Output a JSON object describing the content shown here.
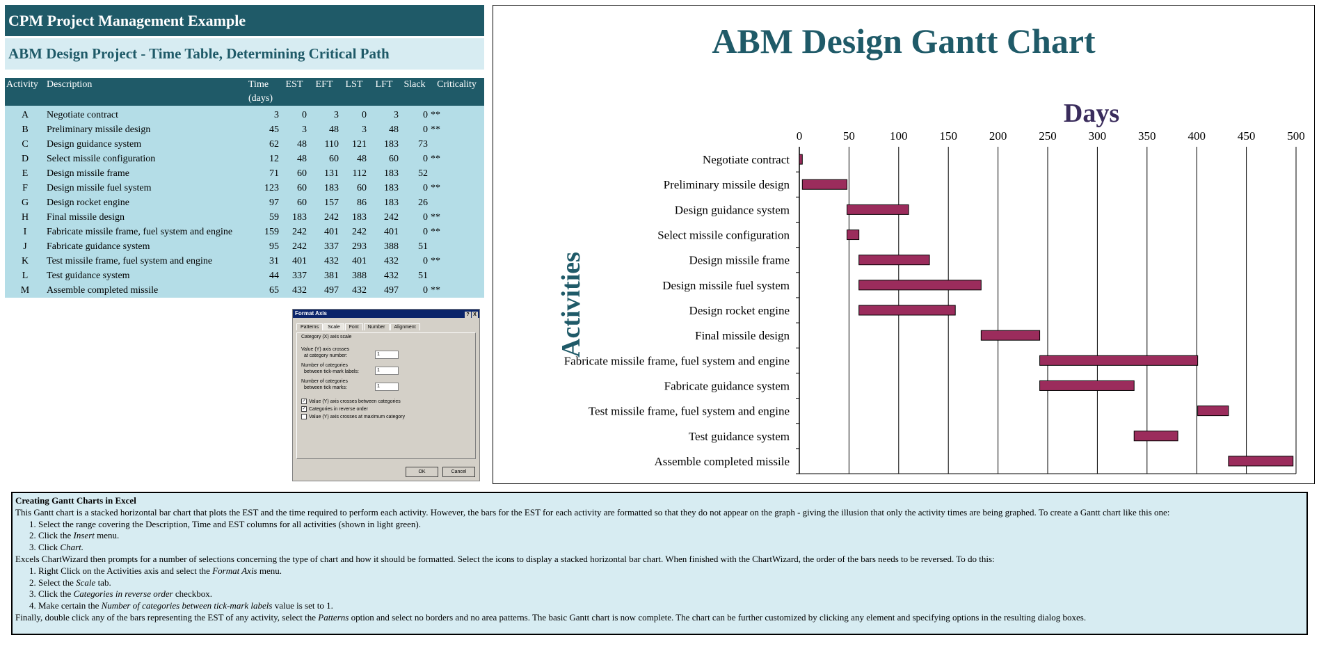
{
  "header": {
    "title": "CPM Project Management Example",
    "subtitle": "ABM Design Project - Time Table, Determining Critical Path"
  },
  "table": {
    "columns": [
      "Activity",
      "Description",
      "Time",
      "EST",
      "EFT",
      "LST",
      "LFT",
      "Slack",
      "Criticality"
    ],
    "time_unit": "(days)",
    "rows": [
      {
        "activity": "A",
        "description": "Negotiate contract",
        "time": "3",
        "est": "0",
        "eft": "3",
        "lst": "0",
        "lft": "3",
        "slack": "0",
        "crit": "**"
      },
      {
        "activity": "B",
        "description": "Preliminary missile design",
        "time": "45",
        "est": "3",
        "eft": "48",
        "lst": "3",
        "lft": "48",
        "slack": "0",
        "crit": "**"
      },
      {
        "activity": "C",
        "description": "Design guidance system",
        "time": "62",
        "est": "48",
        "eft": "110",
        "lst": "121",
        "lft": "183",
        "slack": "73",
        "crit": ""
      },
      {
        "activity": "D",
        "description": "Select missile configuration",
        "time": "12",
        "est": "48",
        "eft": "60",
        "lst": "48",
        "lft": "60",
        "slack": "0",
        "crit": "**"
      },
      {
        "activity": "E",
        "description": "Design missile frame",
        "time": "71",
        "est": "60",
        "eft": "131",
        "lst": "112",
        "lft": "183",
        "slack": "52",
        "crit": ""
      },
      {
        "activity": "F",
        "description": "Design missile fuel system",
        "time": "123",
        "est": "60",
        "eft": "183",
        "lst": "60",
        "lft": "183",
        "slack": "0",
        "crit": "**"
      },
      {
        "activity": "G",
        "description": "Design rocket engine",
        "time": "97",
        "est": "60",
        "eft": "157",
        "lst": "86",
        "lft": "183",
        "slack": "26",
        "crit": ""
      },
      {
        "activity": "H",
        "description": "Final missile design",
        "time": "59",
        "est": "183",
        "eft": "242",
        "lst": "183",
        "lft": "242",
        "slack": "0",
        "crit": "**"
      },
      {
        "activity": "I",
        "description": "Fabricate missile frame, fuel system and engine",
        "time": "159",
        "est": "242",
        "eft": "401",
        "lst": "242",
        "lft": "401",
        "slack": "0",
        "crit": "**"
      },
      {
        "activity": "J",
        "description": "Fabricate guidance system",
        "time": "95",
        "est": "242",
        "eft": "337",
        "lst": "293",
        "lft": "388",
        "slack": "51",
        "crit": ""
      },
      {
        "activity": "K",
        "description": "Test missile frame, fuel system and engine",
        "time": "31",
        "est": "401",
        "eft": "432",
        "lst": "401",
        "lft": "432",
        "slack": "0",
        "crit": "**"
      },
      {
        "activity": "L",
        "description": "Test guidance system",
        "time": "44",
        "est": "337",
        "eft": "381",
        "lst": "388",
        "lft": "432",
        "slack": "51",
        "crit": ""
      },
      {
        "activity": "M",
        "description": "Assemble completed missile",
        "time": "65",
        "est": "432",
        "eft": "497",
        "lst": "432",
        "lft": "497",
        "slack": "0",
        "crit": "**"
      }
    ]
  },
  "dialog": {
    "title": "Format Axis",
    "title_buttons": [
      "?",
      "X"
    ],
    "tabs": [
      "Patterns",
      "Scale",
      "Font",
      "Number",
      "Alignment"
    ],
    "active_tab": "Scale",
    "section": "Category (X) axis scale",
    "field1_label_a": "Value (Y) axis crosses",
    "field1_label_b": "at category number:",
    "field1_value": "1",
    "field2_label_a": "Number of categories",
    "field2_label_b": "between tick-mark labels:",
    "field2_value": "1",
    "field3_label_a": "Number of categories",
    "field3_label_b": "between tick marks:",
    "field3_value": "1",
    "check1": "Value (Y) axis crosses between categories",
    "check2": "Categories in reverse order",
    "check3": "Value (Y) axis crosses at maximum category",
    "check1_state": "✓",
    "check2_state": "✓",
    "check3_state": "",
    "ok": "OK",
    "cancel": "Cancel"
  },
  "chart_data": {
    "type": "bar",
    "orientation": "horizontal-stacked-gantt",
    "title": "ABM Design Gantt Chart",
    "xlabel": "Days",
    "ylabel": "Activities",
    "xlim": [
      0,
      500
    ],
    "xticks": [
      0,
      50,
      100,
      150,
      200,
      250,
      300,
      350,
      400,
      450,
      500
    ],
    "categories": [
      "Negotiate contract",
      "Preliminary missile design",
      "Design guidance system",
      "Select missile configuration",
      "Design missile frame",
      "Design missile fuel system",
      "Design rocket engine",
      "Final missile design",
      "Fabricate missile frame, fuel system and engine",
      "Fabricate guidance system",
      "Test missile frame, fuel system and engine",
      "Test guidance system",
      "Assemble completed missile"
    ],
    "series": [
      {
        "values_start": [
          0,
          3,
          48,
          48,
          60,
          60,
          60,
          183,
          242,
          242,
          401,
          337,
          432
        ],
        "values": [
          3,
          45,
          62,
          12,
          71,
          123,
          97,
          59,
          159,
          95,
          31,
          44,
          65
        ]
      }
    ],
    "grid": "vertical",
    "bar_color": "#9b2c5c",
    "x_axis_position": "top"
  },
  "instructions": {
    "heading": "Creating Gantt Charts in Excel",
    "p1": "This Gantt chart is a stacked horizontal bar chart that plots the EST and the time required to perform each activity.  However, the bars for the EST for each activity are formatted so that they do not appear on the graph - giving the illusion that only the activity times are being graphed.  To create a Gantt chart like this one:",
    "s1": "1. Select the range covering the Description, Time and EST columns for all activities (shown in light green).",
    "s2a": "2. Click the ",
    "s2b": "Insert",
    "s2c": " menu.",
    "s3a": "3. Click ",
    "s3b": "Chart.",
    "p2": "Excels ChartWizard then prompts for a number of selections concerning the type of chart and how it should be formatted.  Select the icons to display a stacked horizontal bar chart.  When finished with the ChartWizard, the order of the bars needs to be reversed.  To do this:",
    "t1a": "1. Right Click on the Activities  axis and select the ",
    "t1b": "Format Axis",
    "t1c": " menu.",
    "t2a": "2. Select the ",
    "t2b": "Scale",
    "t2c": " tab.",
    "t3a": "3. Click the ",
    "t3b": "Categories in reverse order",
    "t3c": " checkbox.",
    "t4a": "4. Make certain the ",
    "t4b": "Number of categories between tick-mark labels",
    "t4c": " value is set to 1.",
    "p3a": "Finally,  double click any of the  bars representing the EST of any activity, select the ",
    "p3b": "Patterns",
    "p3c": " option and select no borders and no area patterns.  The basic Gantt chart is now complete.  The chart can be further customized by clicking any element and specifying options in the resulting dialog  boxes."
  }
}
